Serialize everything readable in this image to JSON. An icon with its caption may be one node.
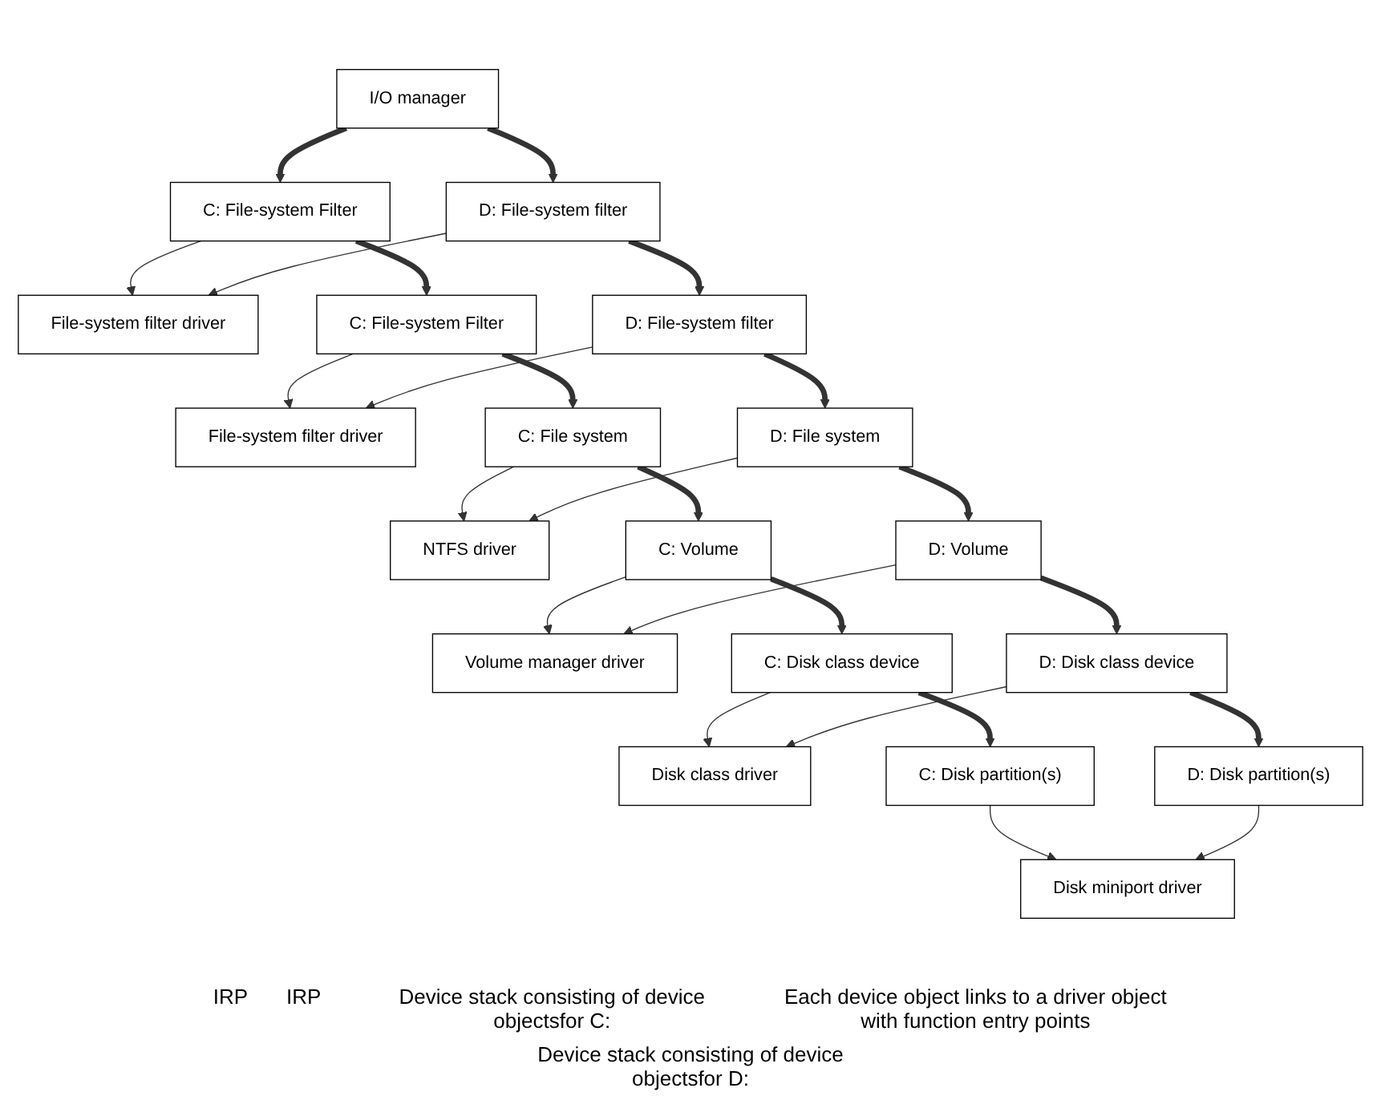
{
  "diagram": {
    "nodes": [
      {
        "text": [
          "I/O manager"
        ]
      },
      {
        "text": [
          "C: File-system Filter"
        ]
      },
      {
        "text": [
          "File-system filter driver"
        ]
      },
      {
        "text": [
          "D: File-system filter"
        ]
      },
      {
        "text": [
          "C: File-system Filter"
        ]
      },
      {
        "text": [
          "File-system filter driver"
        ]
      },
      {
        "text": [
          "D: File-system filter"
        ]
      },
      {
        "text": [
          "C: File system"
        ]
      },
      {
        "text": [
          "NTFS driver"
        ]
      },
      {
        "text": [
          "D: File system"
        ]
      },
      {
        "text": [
          "C: Volume"
        ]
      },
      {
        "text": [
          "Volume manager driver"
        ]
      },
      {
        "text": [
          "D: Volume"
        ]
      },
      {
        "text": [
          "C: Disk class device"
        ]
      },
      {
        "text": [
          "Disk class driver"
        ]
      },
      {
        "text": [
          "D: Disk class device"
        ]
      },
      {
        "text": [
          "C: Disk partition(s)"
        ]
      },
      {
        "text": [
          "Disk miniport driver"
        ]
      },
      {
        "text": [
          "D: Disk partition(s)"
        ]
      }
    ],
    "edges": [
      {
        "from": 0,
        "to": 1,
        "arrow": "to",
        "style": "thick"
      },
      {
        "from": 0,
        "to": 3,
        "arrow": "to",
        "style": "thick"
      },
      {
        "from": 1,
        "to": 2,
        "arrow": "to"
      },
      {
        "from": 3,
        "to": 2,
        "arrow": "to"
      },
      {
        "from": 1,
        "to": 4,
        "arrow": "to",
        "style": "thick"
      },
      {
        "from": 3,
        "to": 6,
        "arrow": "to",
        "style": "thick"
      },
      {
        "from": 4,
        "to": 5,
        "arrow": "to"
      },
      {
        "from": 6,
        "to": 5,
        "arrow": "to"
      },
      {
        "from": 4,
        "to": 7,
        "arrow": "to",
        "style": "thick"
      },
      {
        "from": 6,
        "to": 9,
        "arrow": "to",
        "style": "thick"
      },
      {
        "from": 7,
        "to": 8,
        "arrow": "to"
      },
      {
        "from": 9,
        "to": 8,
        "arrow": "to"
      },
      {
        "from": 7,
        "to": 10,
        "arrow": "to",
        "style": "thick"
      },
      {
        "from": 9,
        "to": 12,
        "arrow": "to",
        "style": "thick"
      },
      {
        "from": 10,
        "to": 11,
        "arrow": "to"
      },
      {
        "from": 12,
        "to": 11,
        "arrow": "to"
      },
      {
        "from": 10,
        "to": 13,
        "arrow": "to",
        "style": "thick"
      },
      {
        "from": 12,
        "to": 15,
        "arrow": "to",
        "style": "thick"
      },
      {
        "from": 13,
        "to": 14,
        "arrow": "to"
      },
      {
        "from": 15,
        "to": 14,
        "arrow": "to"
      },
      {
        "from": 13,
        "to": 16,
        "arrow": "to",
        "style": "thick"
      },
      {
        "from": 15,
        "to": 18,
        "arrow": "to",
        "style": "thick"
      },
      {
        "from": 16,
        "to": 17,
        "arrow": "to"
      },
      {
        "from": 18,
        "to": 17,
        "arrow": "to"
      }
    ],
    "labels": [
      "IRP",
      "IRP",
      "Device stack consisting of device objectsfor C:",
      "Each device object links to a driver object with function entry points",
      "Device stack consisting of device objectsfor D:"
    ]
  }
}
